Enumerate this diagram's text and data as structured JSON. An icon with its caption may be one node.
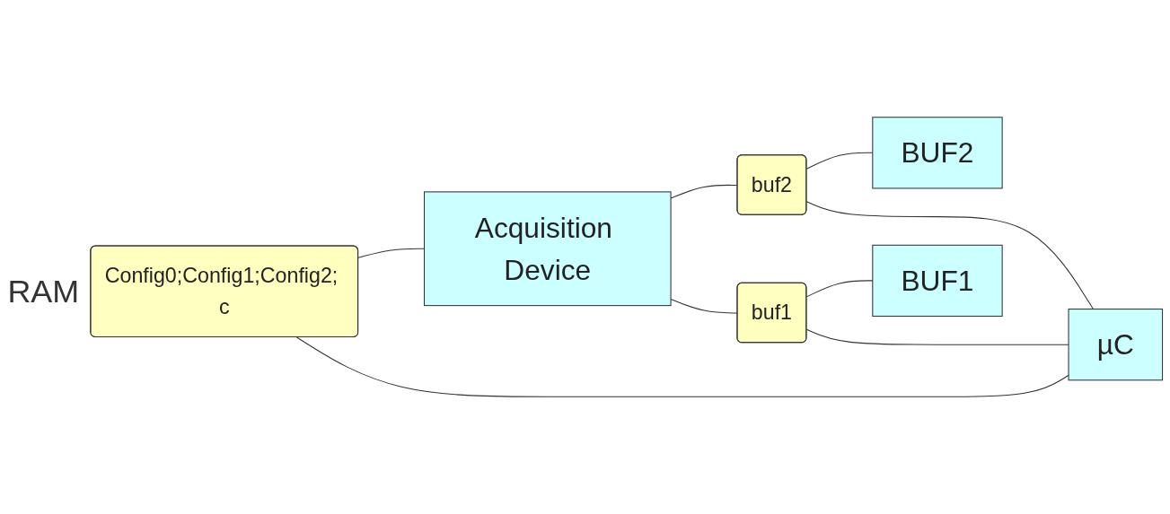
{
  "diagram": {
    "nodes": [
      {
        "text": [
          "Config0;Config1;Config2; c"
        ],
        "beside": [
          "RAM"
        ]
      },
      {
        "text": [
          "Acquisition Device"
        ]
      },
      {
        "text": [
          "buf2"
        ]
      },
      {
        "text": [
          "BUF2"
        ]
      },
      {
        "text": [
          "buf1"
        ]
      },
      {
        "text": [
          "BUF1"
        ]
      },
      {
        "text": [
          "µC"
        ]
      }
    ],
    "edges": [
      {
        "from": 0,
        "to": 1,
        "arrow": "none"
      },
      {
        "from": 0,
        "to": 6,
        "arrow": "none"
      },
      {
        "from": 1,
        "to": 2,
        "arrow": "none"
      },
      {
        "from": 1,
        "to": 4,
        "arrow": "none"
      },
      {
        "from": 2,
        "to": 3,
        "arrow": "none"
      },
      {
        "from": 4,
        "to": 5,
        "arrow": "none"
      },
      {
        "from": 2,
        "to": 6,
        "arrow": "none"
      },
      {
        "from": 4,
        "to": 6,
        "arrow": "none"
      }
    ]
  }
}
